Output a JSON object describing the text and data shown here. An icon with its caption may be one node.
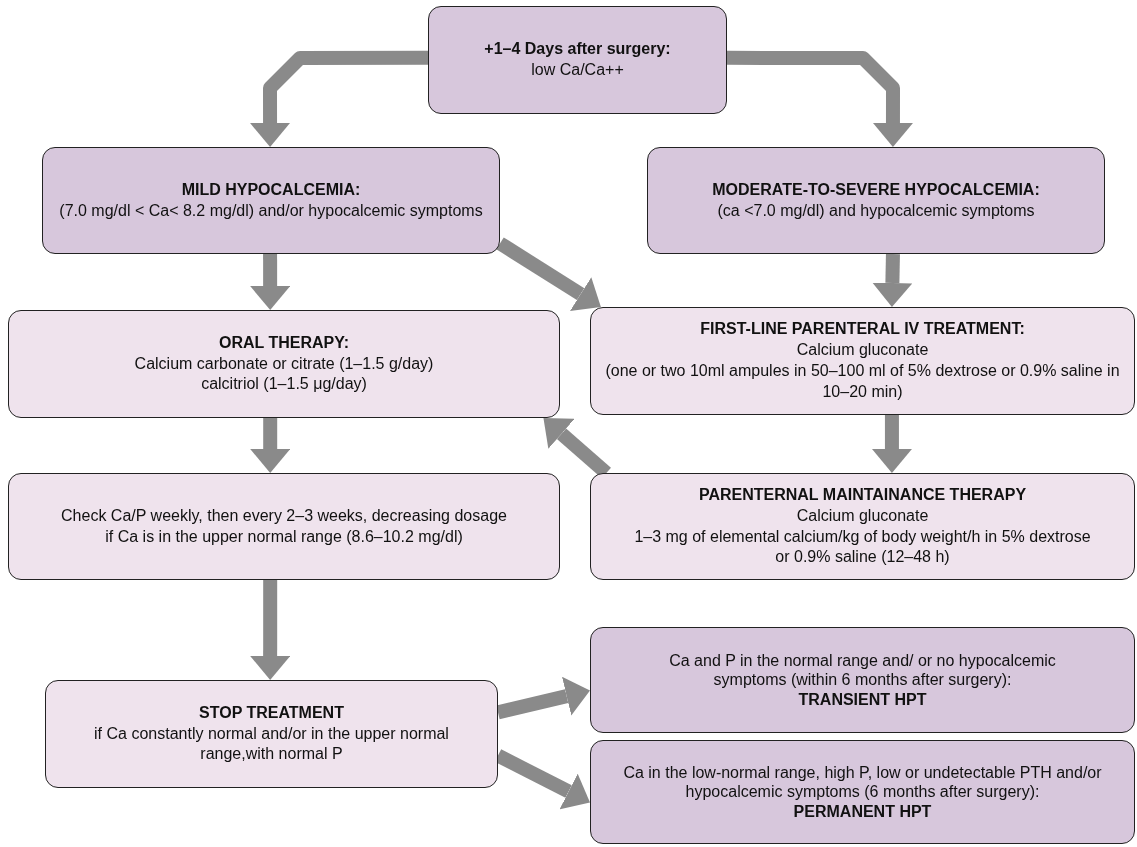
{
  "diagram": {
    "nodes": [
      {
        "text": [
          "+1–4 Days after surgery:",
          "low Ca/Ca++"
        ]
      },
      {
        "text": [
          "MILD HYPOCALCEMIA:",
          "(7.0 mg/dl < Ca< 8.2 mg/dl) and/or hypocalcemic symptoms"
        ]
      },
      {
        "text": [
          "MODERATE-TO-SEVERE HYPOCALCEMIA:",
          "(ca <7.0 mg/dl) and hypocalcemic symptoms"
        ]
      },
      {
        "text": [
          "ORAL THERAPY:",
          "Calcium carbonate or citrate (1–1.5 g/day)",
          "calcitriol (1–1.5 μg/day)"
        ]
      },
      {
        "text": [
          "FIRST-LINE PARENTERAL IV TREATMENT:",
          "Calcium gluconate",
          "(one or two 10ml ampules in 50–100 ml of 5% dextrose or 0.9% saline in 10–20 min)"
        ]
      },
      {
        "text": [
          "Check Ca/P weekly, then every 2–3 weeks, decreasing dosage",
          "if Ca is in the upper normal range (8.6–10.2 mg/dl)"
        ]
      },
      {
        "text": [
          "PARENTERNAL MAINTAINANCE THERAPY",
          "Calcium gluconate",
          "1–3 mg of elemental calcium/kg of body weight/h in 5% dextrose or 0.9% saline (12–48 h)"
        ]
      },
      {
        "text": [
          "STOP TREATMENT",
          "if Ca constantly normal and/or in the upper normal range,with normal P"
        ]
      },
      {
        "text": [
          "Ca and P in the normal range and/ or no hypocalcemic symptoms (within 6 months after surgery):",
          "TRANSIENT HPT"
        ]
      },
      {
        "text": [
          "Ca in the low-normal range, high P, low or undetectable PTH and/or hypocalcemic symptoms (6 months after surgery):",
          "PERMANENT HPT"
        ]
      }
    ],
    "edges": [
      {
        "from": 0,
        "to": 1,
        "arrow": "to"
      },
      {
        "from": 0,
        "to": 2,
        "arrow": "to"
      },
      {
        "from": 1,
        "to": 3,
        "arrow": "to"
      },
      {
        "from": 1,
        "to": 4,
        "arrow": "to"
      },
      {
        "from": 2,
        "to": 4,
        "arrow": "to"
      },
      {
        "from": 3,
        "to": 5,
        "arrow": "to"
      },
      {
        "from": 4,
        "to": 6,
        "arrow": "to"
      },
      {
        "from": 6,
        "to": 3,
        "arrow": "to"
      },
      {
        "from": 5,
        "to": 7,
        "arrow": "to"
      },
      {
        "from": 7,
        "to": 8,
        "arrow": "to"
      },
      {
        "from": 7,
        "to": 9,
        "arrow": "to"
      }
    ]
  }
}
